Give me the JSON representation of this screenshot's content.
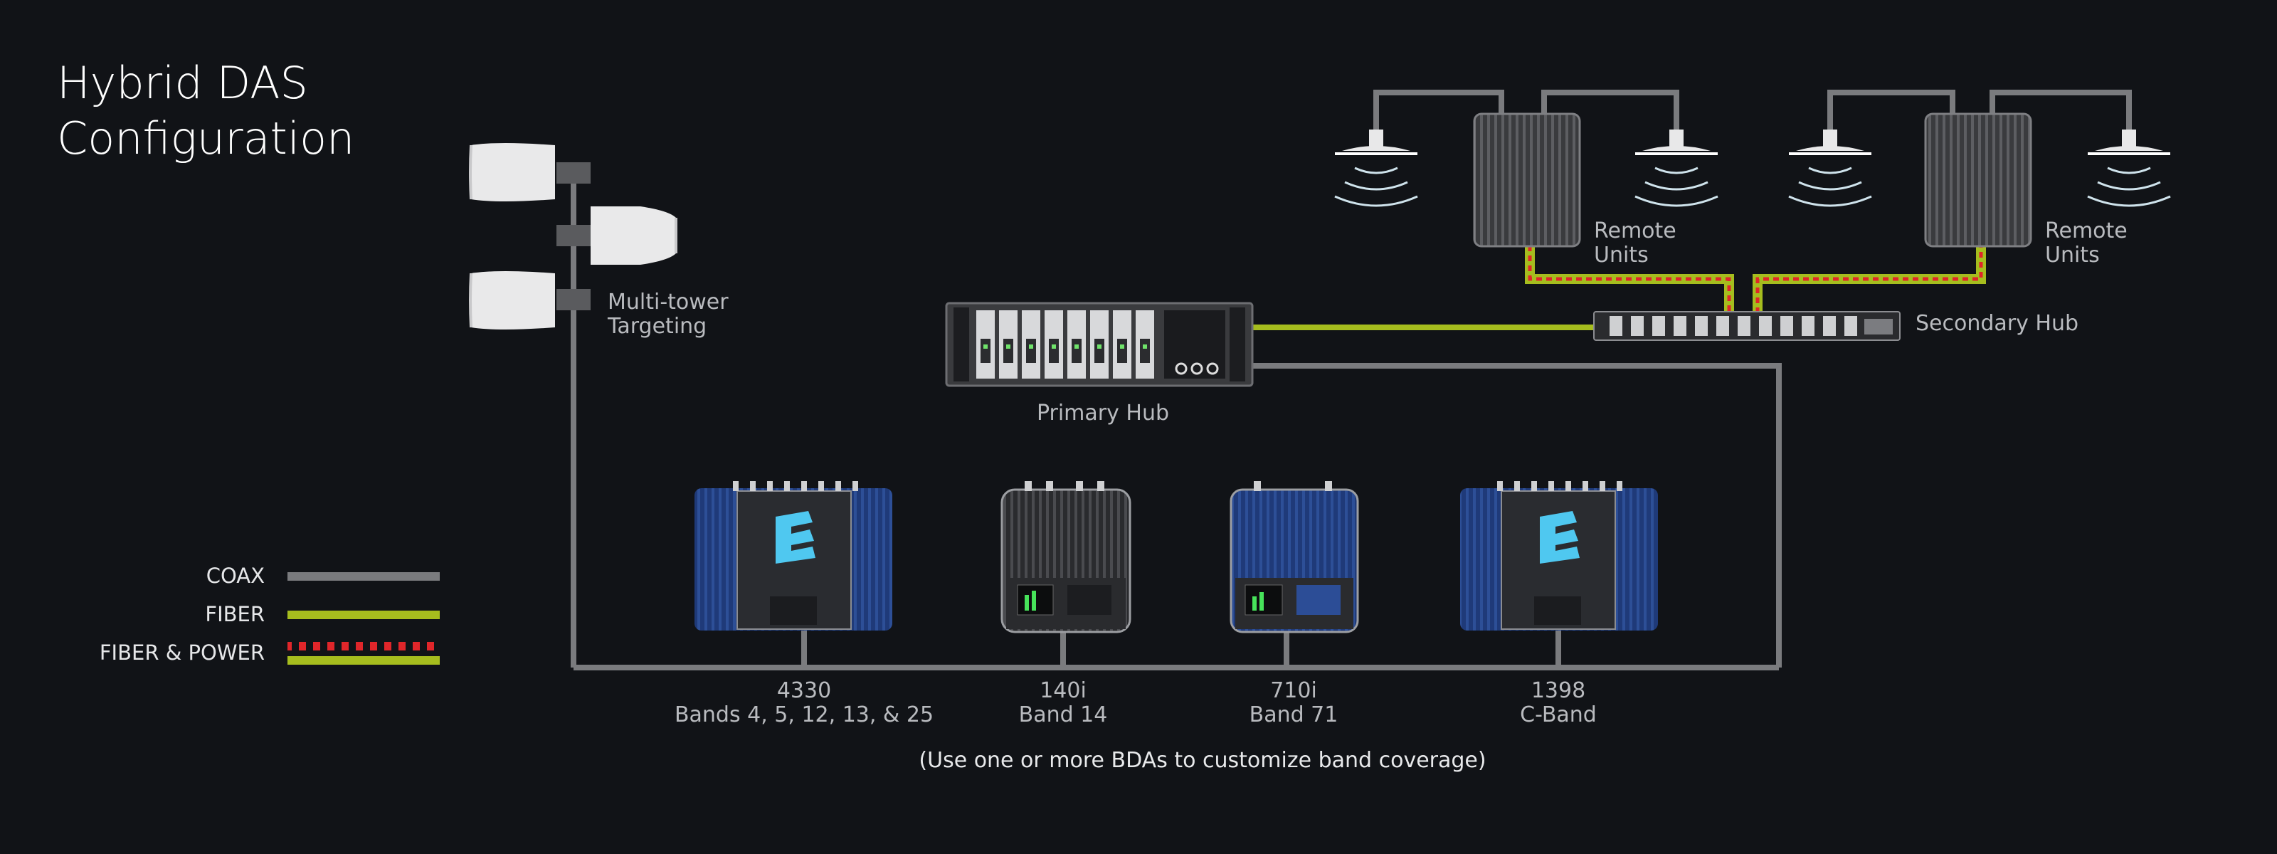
{
  "title": {
    "line1": "Hybrid DAS",
    "line2": "Configuration"
  },
  "antenna_group": {
    "label_line1": "Multi-tower",
    "label_line2": "Targeting"
  },
  "primary_hub": {
    "label": "Primary Hub"
  },
  "secondary_hub": {
    "label": "Secondary Hub"
  },
  "remote_units": [
    {
      "label_line1": "Remote",
      "label_line2": "Units"
    },
    {
      "label_line1": "Remote",
      "label_line2": "Units"
    }
  ],
  "bdas": [
    {
      "model": "4330",
      "bands": "Bands 4, 5, 12, 13, & 25",
      "style": "blue-large"
    },
    {
      "model": "140i",
      "bands": "Band 14",
      "style": "black-compact"
    },
    {
      "model": "710i",
      "bands": "Band 71",
      "style": "blue-compact"
    },
    {
      "model": "1398",
      "bands": "C-Band",
      "style": "blue-large"
    }
  ],
  "footnote": "(Use one or more BDAs to customize band coverage)",
  "legend": [
    {
      "label": "COAX",
      "type": "coax"
    },
    {
      "label": "FIBER",
      "type": "fiber"
    },
    {
      "label": "FIBER & POWER",
      "type": "fiber-power"
    }
  ],
  "colors": {
    "background": "#111317",
    "coax": "#7a7b7e",
    "fiber": "#a6bd1e",
    "power": "#e0262a",
    "bda_blue": "#1d3a78",
    "bda_face": "#2a2c30",
    "logo": "#4fc8f0"
  }
}
